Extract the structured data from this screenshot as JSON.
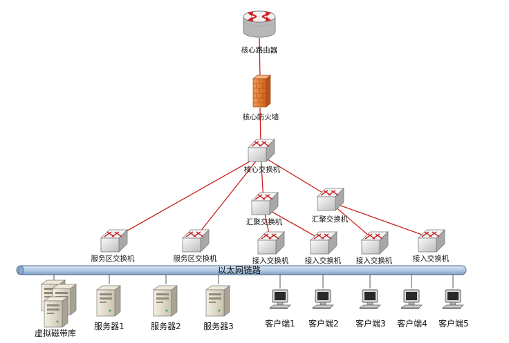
{
  "colors": {
    "link": "#c8201c",
    "bus_fill": "#b7cde6",
    "bus_stroke": "#4a6a92",
    "device_body": "#e6e6e6",
    "device_stroke": "#8a8a8a",
    "router_arrow": "#d42020",
    "firewall_brick": "#e8782a"
  },
  "devices": {
    "core_router": "核心路由器",
    "core_firewall": "核心防火墙",
    "core_switch": "核心交换机",
    "agg_switch_1": "汇聚交换机",
    "agg_switch_2": "汇聚交换机",
    "svc_switch_1": "服务区交换机",
    "svc_switch_2": "服务区交换机",
    "acc_switch_1": "接入交换机",
    "acc_switch_2": "接入交换机",
    "acc_switch_3": "接入交换机",
    "acc_switch_4": "接入交换机"
  },
  "bus": {
    "label": "以太网链路"
  },
  "endpoints": {
    "tape_library": "虚拟磁带库",
    "server_1": "服务器1",
    "server_2": "服务器2",
    "server_3": "服务器3",
    "client_1": "客户端1",
    "client_2": "客户端2",
    "client_3": "客户端3",
    "client_4": "客户端4",
    "client_5": "客户端5"
  },
  "icons": {
    "router": "router-icon",
    "firewall": "firewall-icon",
    "switch": "switch-icon",
    "server": "server-icon",
    "tape_library": "tape-library-icon",
    "client": "desktop-computer-icon"
  }
}
